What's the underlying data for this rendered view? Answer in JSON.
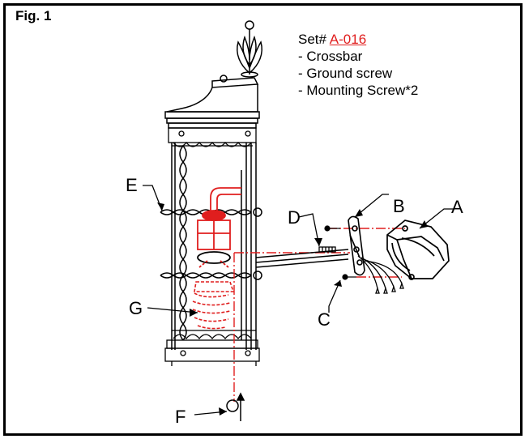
{
  "figure": {
    "label": "Fig. 1"
  },
  "set": {
    "prefix": "Set#",
    "code": "A-016",
    "items": [
      "- Crossbar",
      "- Ground screw",
      "- Mounting Screw*2"
    ]
  },
  "callouts": {
    "A": "A",
    "B": "B",
    "C": "C",
    "D": "D",
    "E": "E",
    "F": "F",
    "G": "G"
  },
  "colors": {
    "line": "#000000",
    "accent": "#e01e1e"
  }
}
